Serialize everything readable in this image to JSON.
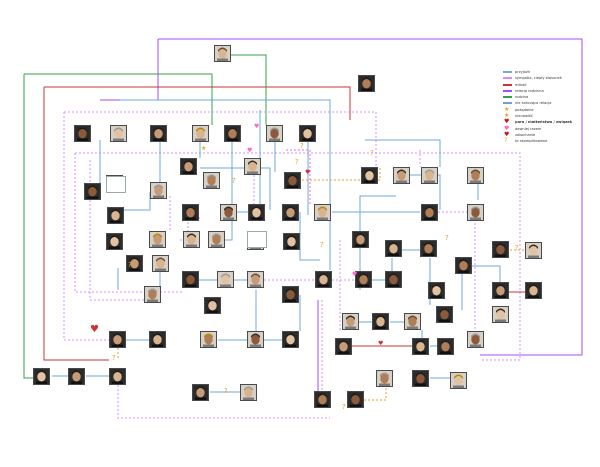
{
  "legend": {
    "items": [
      {
        "label": "przyjaźń",
        "color": "#6fa8dc",
        "icon": "line-swatch",
        "bold": false
      },
      {
        "label": "sympatia, ciepły stosunek",
        "color": "#d98cff",
        "icon": "dashed-swatch",
        "bold": false
      },
      {
        "label": "miłość",
        "color": "#cc3333",
        "icon": "line-swatch",
        "bold": false
      },
      {
        "label": "relacja rodzinna",
        "color": "#a64dff",
        "icon": "line-swatch",
        "bold": false
      },
      {
        "label": "rodzina",
        "color": "#33a04a",
        "icon": "line-swatch",
        "bold": false
      },
      {
        "label": "nie kończąca relacja",
        "color": "#7a9cc6",
        "icon": "dashed-swatch",
        "bold": false
      },
      {
        "label": "pożądanie",
        "color": "#e8a020",
        "icon": "star-icon",
        "bold": false
      },
      {
        "label": "nienawiść",
        "color": "#e8a020",
        "icon": "star-icon",
        "bold": false
      },
      {
        "label": "para / małżeństwo / związek",
        "color": "#cc1111",
        "icon": "heart-icon",
        "bold": true
      },
      {
        "label": "dawniej razem",
        "color": "#ff66cc",
        "icon": "heart-icon",
        "bold": false
      },
      {
        "label": "zakochanie",
        "color": "#cc1111",
        "icon": "heart-icon",
        "bold": false
      },
      {
        "label": "to skomplikowane",
        "color": "#e8a020",
        "icon": "question-icon",
        "bold": false
      }
    ]
  },
  "colors": {
    "friendship": "#6fa8dc",
    "sympathy": "#d98cff",
    "love": "#cc3333",
    "family": "#a64dff",
    "kin": "#33a04a",
    "crush": "#ff66cc",
    "question": "#e8a020",
    "node_border": "#4a4a4a"
  },
  "annotations": {
    "question_mark": "?",
    "heart": "♥",
    "star": "★"
  }
}
